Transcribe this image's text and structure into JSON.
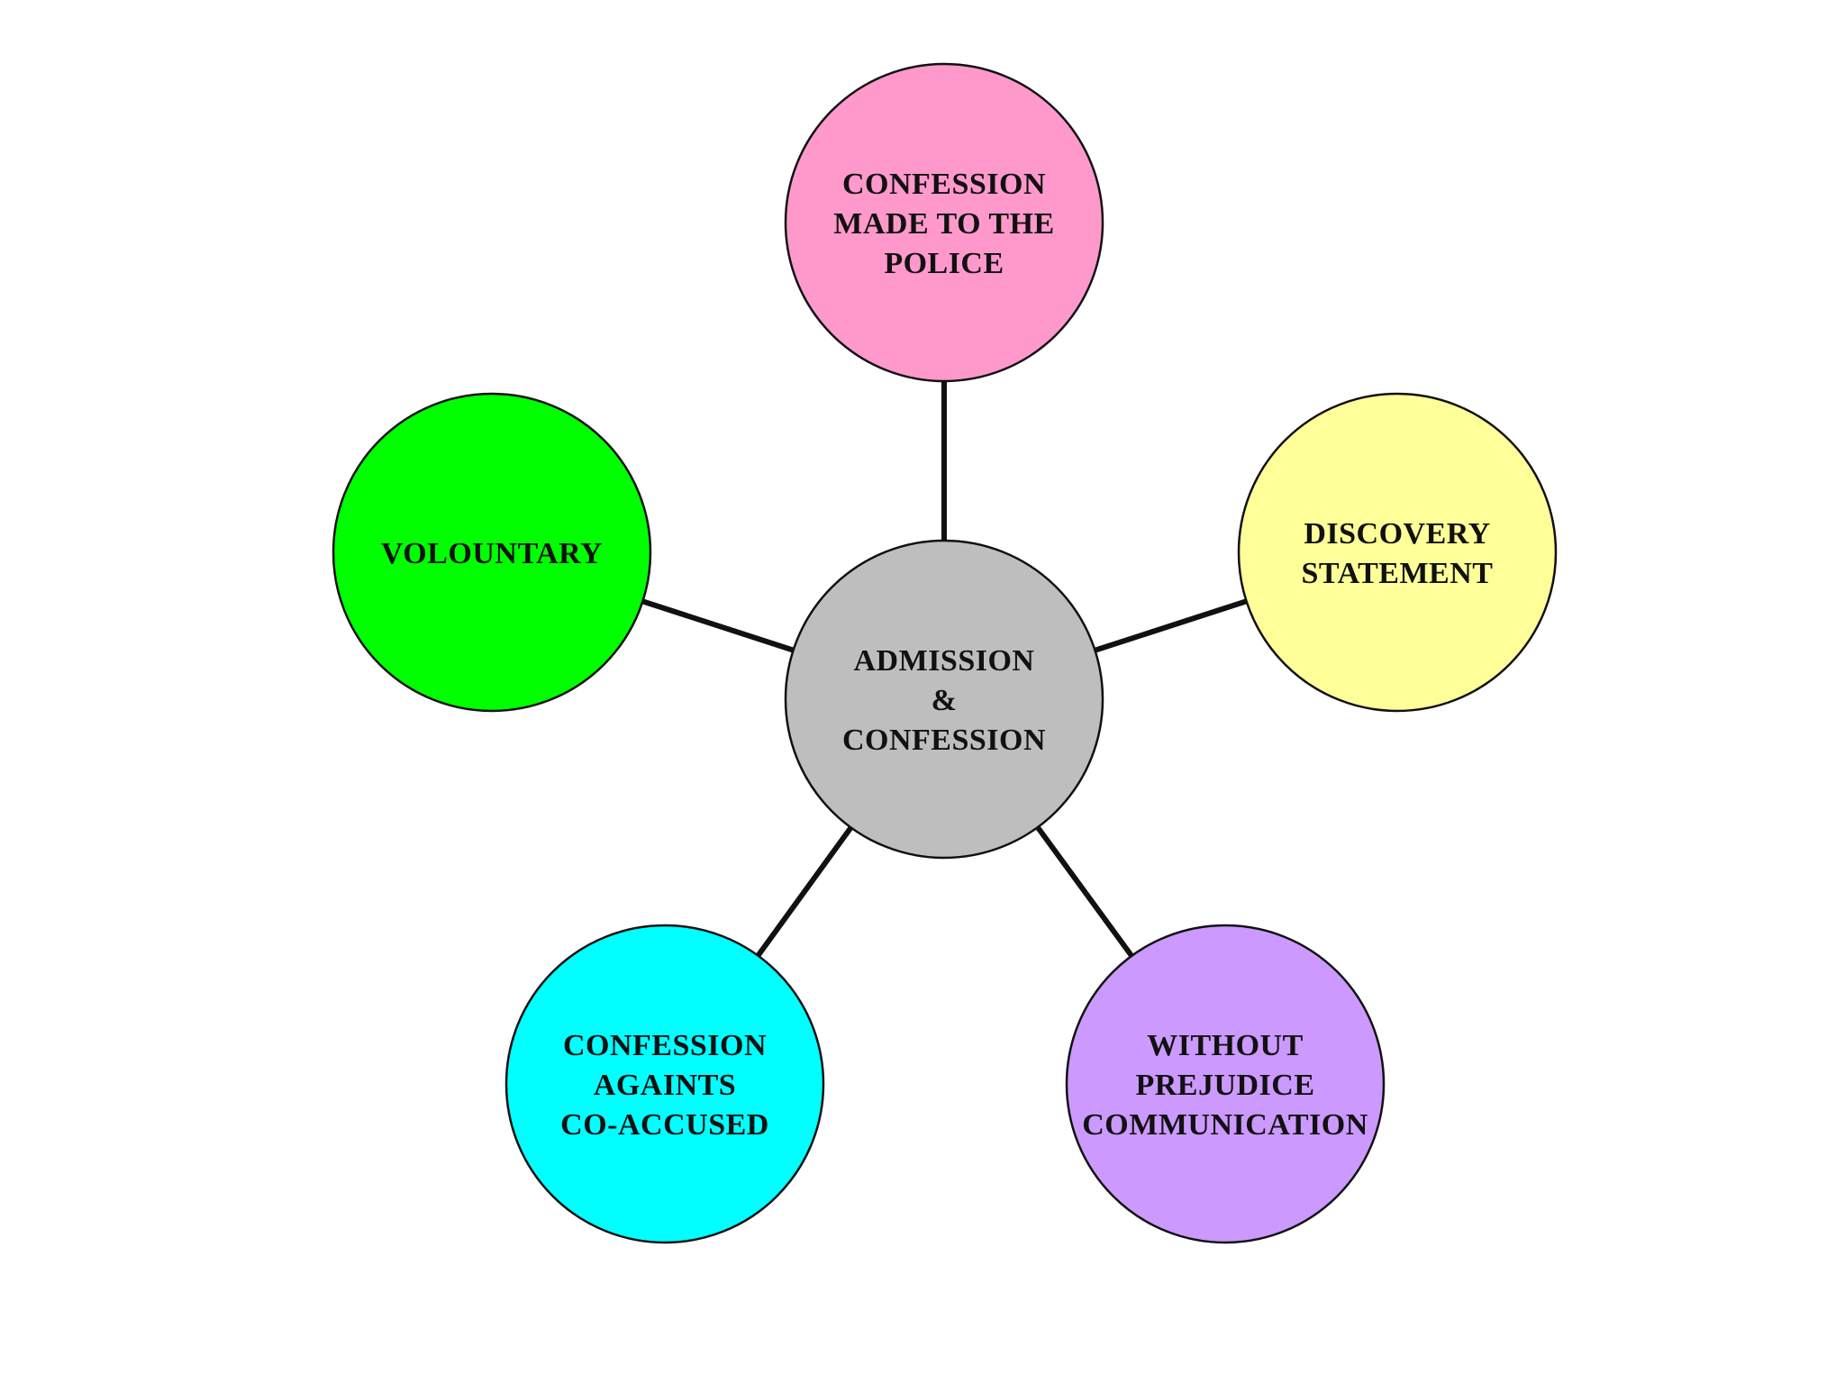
{
  "diagram": {
    "center": {
      "lines": [
        "ADMISSION",
        "&",
        "CONFESSION"
      ],
      "color": "#bfbebf"
    },
    "satellites": [
      {
        "id": "police",
        "lines": [
          "CONFESSION",
          "MADE TO THE",
          "POLICE"
        ],
        "color": "#ff99cc"
      },
      {
        "id": "discovery",
        "lines": [
          "DISCOVERY",
          "STATEMENT"
        ],
        "color": "#ffff99"
      },
      {
        "id": "without-prejudice",
        "lines": [
          "WITHOUT",
          "PREJUDICE",
          "COMMUNICATION"
        ],
        "color": "#cc99ff"
      },
      {
        "id": "co-accused",
        "lines": [
          "CONFESSION",
          "AGAINTS",
          "CO-ACCUSED"
        ],
        "color": "#00ffff"
      },
      {
        "id": "voluntary",
        "lines": [
          "VOLOUNTARY"
        ],
        "color": "#00ff00"
      }
    ]
  }
}
